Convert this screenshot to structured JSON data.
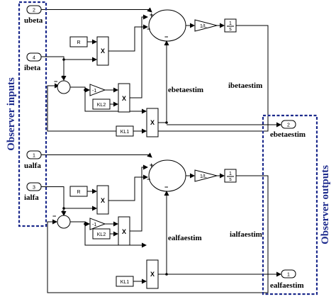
{
  "groups": {
    "inputs": "Observer inputs",
    "outputs": "Observer outputs"
  },
  "beta": {
    "ports": {
      "ubeta_num": "2",
      "ubeta_label": "ubeta",
      "ibeta_num": "4",
      "ibeta_label": "ibeta",
      "ebetaestim_num": "2",
      "ebetaestim_label": "ebetaestim"
    },
    "blocks": {
      "R": "R",
      "product": "X",
      "neg_one": "-1",
      "KL2": "KL2",
      "KL1": "KL1",
      "inv_L": "1/L",
      "integrator_num": "1",
      "integrator_den": "s"
    },
    "signals": {
      "ebetaestim": "ebetaestim",
      "ibetaestim": "ibetaestim"
    }
  },
  "alfa": {
    "ports": {
      "ualfa_num": "1",
      "ualfa_label": "ualfa",
      "ialfa_num": "3",
      "ialfa_label": "ialfa",
      "ealfaestim_num": "1",
      "ealfaestim_label": "ealfaestim"
    },
    "blocks": {
      "R": "R",
      "product": "X",
      "neg_one": "-1",
      "KL2": "KL2",
      "KL1": "KL1",
      "inv_L": "1/L",
      "integrator_num": "1",
      "integrator_den": "s"
    },
    "signals": {
      "ealfaestim": "ealfaestim",
      "ialfaestim": "ialfaestim"
    }
  }
}
